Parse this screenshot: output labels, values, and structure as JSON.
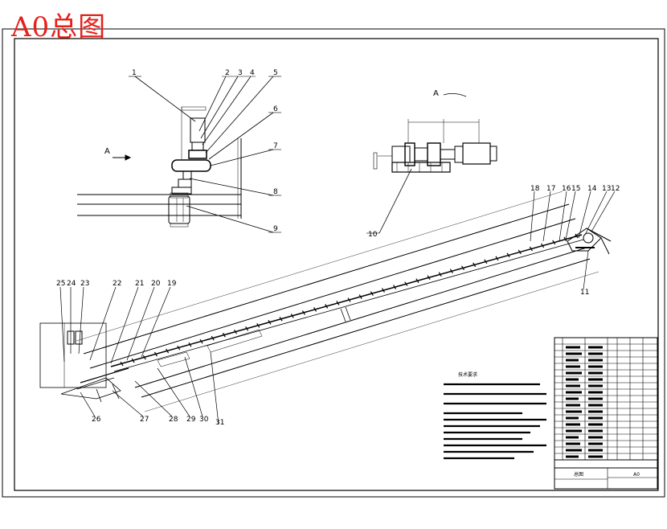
{
  "title_stamp": "A0总图",
  "colors": {
    "stamp": "#e8201a",
    "line": "#000000",
    "paper": "#ffffff"
  },
  "view_labels": {
    "top_view_arrow": "A",
    "drive_view": "A"
  },
  "callouts": {
    "top_view": [
      "1",
      "2",
      "3",
      "4",
      "5",
      "6",
      "7",
      "8",
      "9"
    ],
    "drive": [
      "10"
    ],
    "head": [
      "18",
      "17",
      "16",
      "15",
      "14",
      "13",
      "12",
      "11"
    ],
    "tail_top": [
      "25",
      "24",
      "23",
      "22",
      "21",
      "20",
      "19"
    ],
    "tail_bottom": [
      "26",
      "27",
      "28",
      "29",
      "30",
      "31"
    ]
  },
  "notes_block": {
    "heading": "技术要求"
  },
  "title_block": {
    "name_cell": "总图",
    "size_cell": "A0"
  }
}
